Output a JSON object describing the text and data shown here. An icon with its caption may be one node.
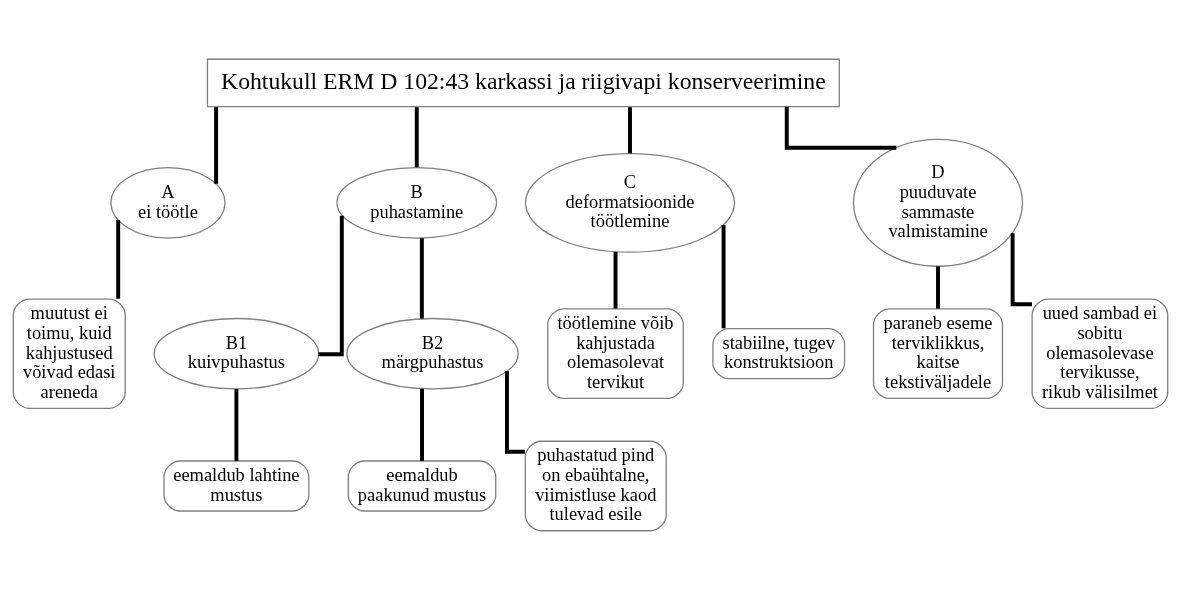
{
  "diagram": {
    "nodes": [
      {
        "text": [
          "Kohtukull ERM D 102:43 karkassi ja riigivapi konserveerimine"
        ]
      },
      {
        "text": [
          "A",
          "ei töötle"
        ]
      },
      {
        "text": [
          "muutust ei toimu, kuid kahjustused võivad edasi areneda"
        ]
      },
      {
        "text": [
          "B",
          "puhastamine"
        ]
      },
      {
        "text": [
          "B1",
          "kuivpuhastus"
        ]
      },
      {
        "text": [
          "B2",
          "märgpuhastus"
        ]
      },
      {
        "text": [
          "eemaldub lahtine mustus"
        ]
      },
      {
        "text": [
          "eemaldub paakunud mustus"
        ]
      },
      {
        "text": [
          "puhastatud pind on ebaühtalne, viimistluse kaod tulevad esile"
        ]
      },
      {
        "text": [
          "C",
          "deformatsioonide töötlemine"
        ]
      },
      {
        "text": [
          "töötlemine võib kahjustada olemasolevat tervikut"
        ]
      },
      {
        "text": [
          "stabiilne, tugev konstruktsioon"
        ]
      },
      {
        "text": [
          "D",
          "puuduvate sammaste valmistamine"
        ]
      },
      {
        "text": [
          "paraneb eseme terviklikkus, kaitse tekstiväljadele"
        ]
      },
      {
        "text": [
          "uued sambad ei sobitu olemasolevase tervikusse, rikub välisilmet"
        ]
      }
    ],
    "edges": [
      {
        "from": 0,
        "to": 1,
        "arrow": "none"
      },
      {
        "from": 0,
        "to": 3,
        "arrow": "none"
      },
      {
        "from": 0,
        "to": 9,
        "arrow": "none"
      },
      {
        "from": 0,
        "to": 12,
        "arrow": "none"
      },
      {
        "from": 1,
        "to": 2,
        "arrow": "none"
      },
      {
        "from": 3,
        "to": 4,
        "arrow": "none"
      },
      {
        "from": 3,
        "to": 5,
        "arrow": "none"
      },
      {
        "from": 4,
        "to": 6,
        "arrow": "none"
      },
      {
        "from": 5,
        "to": 7,
        "arrow": "none"
      },
      {
        "from": 5,
        "to": 8,
        "arrow": "none"
      },
      {
        "from": 9,
        "to": 10,
        "arrow": "none"
      },
      {
        "from": 9,
        "to": 11,
        "arrow": "none"
      },
      {
        "from": 12,
        "to": 13,
        "arrow": "none"
      },
      {
        "from": 12,
        "to": 14,
        "arrow": "none"
      }
    ]
  }
}
